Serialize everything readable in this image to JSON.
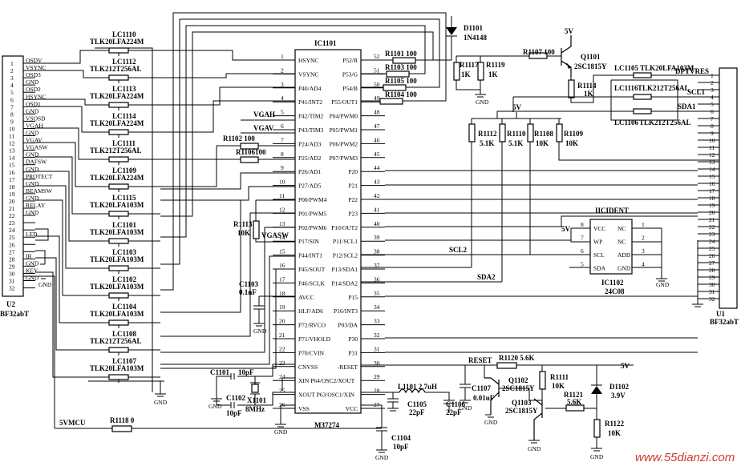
{
  "ic_main": {
    "ref": "IC1101",
    "part": "M37274",
    "left_pins": [
      {
        "num": "1",
        "name": "HSYNC"
      },
      {
        "num": "2",
        "name": "VSYNC"
      },
      {
        "num": "3",
        "name": "P40/AD4"
      },
      {
        "num": "4",
        "name": "P41/INT2"
      },
      {
        "num": "5",
        "name": "P42/TIM2"
      },
      {
        "num": "6",
        "name": "P43/TIM3"
      },
      {
        "num": "7",
        "name": "P24/AD3"
      },
      {
        "num": "8",
        "name": "P25/AD2"
      },
      {
        "num": "9",
        "name": "P26/AD1"
      },
      {
        "num": "10",
        "name": "P27/AD5"
      },
      {
        "num": "11",
        "name": "P00/PWM4"
      },
      {
        "num": "12",
        "name": "P01/PWM5"
      },
      {
        "num": "13",
        "name": "P02/PWM6"
      },
      {
        "num": "14",
        "name": "P17/SIN"
      },
      {
        "num": "15",
        "name": "P44/INT1"
      },
      {
        "num": "16",
        "name": "P45/SOUT"
      },
      {
        "num": "17",
        "name": "P46/SCLK"
      },
      {
        "num": "18",
        "name": "AVCC"
      },
      {
        "num": "19",
        "name": "HLF/AD6"
      },
      {
        "num": "20",
        "name": "P72/RVCO"
      },
      {
        "num": "21",
        "name": "P71/VHOLD"
      },
      {
        "num": "22",
        "name": "P70/CVIN"
      },
      {
        "num": "23",
        "name": "CNVSS"
      },
      {
        "num": "24",
        "name": "XIN P64/OSC2/XOUT"
      },
      {
        "num": "25",
        "name": "XOUT P63/OSC1/XIN"
      },
      {
        "num": "26",
        "name": "VSS"
      }
    ],
    "right_pins": [
      {
        "num": "52",
        "name": "P52/R"
      },
      {
        "num": "51",
        "name": "P53/G"
      },
      {
        "num": "50",
        "name": "P54/B"
      },
      {
        "num": "49",
        "name": "P55/OUT1"
      },
      {
        "num": "48",
        "name": "P04/PWM0"
      },
      {
        "num": "47",
        "name": "P05/PWM1"
      },
      {
        "num": "46",
        "name": "P06/PWM2"
      },
      {
        "num": "45",
        "name": "P07/PWM3"
      },
      {
        "num": "44",
        "name": "P20"
      },
      {
        "num": "43",
        "name": "P21"
      },
      {
        "num": "42",
        "name": "P22"
      },
      {
        "num": "41",
        "name": "P23"
      },
      {
        "num": "40",
        "name": "P10/OUT2"
      },
      {
        "num": "39",
        "name": "P11/SCL1"
      },
      {
        "num": "38",
        "name": "P12/SCL2"
      },
      {
        "num": "37",
        "name": "P13/SDA1"
      },
      {
        "num": "36",
        "name": "P14/SDA2"
      },
      {
        "num": "35",
        "name": "P15"
      },
      {
        "num": "34",
        "name": "P16/INT3"
      },
      {
        "num": "33",
        "name": "P03/DA"
      },
      {
        "num": "32",
        "name": "P30"
      },
      {
        "num": "31",
        "name": "P31"
      },
      {
        "num": "30",
        "name": "-RESET"
      },
      {
        "num": "29",
        "name": ""
      },
      {
        "num": "28",
        "name": ""
      },
      {
        "num": "27",
        "name": "VCC"
      }
    ]
  },
  "u2": {
    "ref": "U2",
    "part": "BF32abT",
    "pins": [
      {
        "num": "1",
        "label": "OSDV"
      },
      {
        "num": "2",
        "label": "VSYNC"
      },
      {
        "num": "3",
        "label": "OSD3"
      },
      {
        "num": "4",
        "label": "GND"
      },
      {
        "num": "5",
        "label": "OSD2"
      },
      {
        "num": "6",
        "label": "HSYNC"
      },
      {
        "num": "7",
        "label": "OSD1"
      },
      {
        "num": "8",
        "label": "GND"
      },
      {
        "num": "9",
        "label": "VSOSD"
      },
      {
        "num": "10",
        "label": "VGAH"
      },
      {
        "num": "11",
        "label": "GND"
      },
      {
        "num": "12",
        "label": "VGAV"
      },
      {
        "num": "13",
        "label": "VGASW"
      },
      {
        "num": "14",
        "label": "GND"
      },
      {
        "num": "15",
        "label": "DAFSW"
      },
      {
        "num": "16",
        "label": "GND"
      },
      {
        "num": "17",
        "label": "PROTECT"
      },
      {
        "num": "18",
        "label": "GND"
      },
      {
        "num": "19",
        "label": "BEAMSW"
      },
      {
        "num": "20",
        "label": "GND"
      },
      {
        "num": "21",
        "label": "RELAY"
      },
      {
        "num": "22",
        "label": "GND"
      },
      {
        "num": "23",
        "label": ""
      },
      {
        "num": "24",
        "label": ""
      },
      {
        "num": "25",
        "label": "LED"
      },
      {
        "num": "26",
        "label": ""
      },
      {
        "num": "27",
        "label": ""
      },
      {
        "num": "28",
        "label": "IR"
      },
      {
        "num": "29",
        "label": "GND"
      },
      {
        "num": "30",
        "label": "KEY"
      },
      {
        "num": "31",
        "label": "GND"
      },
      {
        "num": "32",
        "label": ""
      }
    ]
  },
  "u1": {
    "ref": "U1",
    "part": "BF32abT",
    "nums": [
      "1",
      "2",
      "3",
      "4",
      "5",
      "6",
      "7",
      "8",
      "9",
      "10",
      "11",
      "12",
      "13",
      "14",
      "15",
      "16",
      "17",
      "18",
      "19",
      "20",
      "21",
      "22",
      "23",
      "24",
      "25",
      "26",
      "27",
      "28",
      "29",
      "30",
      "31",
      "32"
    ]
  },
  "filters": [
    {
      "ref": "LC1110",
      "part": "TLK20LFA224M"
    },
    {
      "ref": "LC1112",
      "part": "TLK212T256AL"
    },
    {
      "ref": "LC1113",
      "part": "TLK20LFA224M"
    },
    {
      "ref": "LC1114",
      "part": "TLK20LFA224M"
    },
    {
      "ref": "LC1111",
      "part": "TLK212T256AL"
    },
    {
      "ref": "LC1109",
      "part": "TLK20LFA224M"
    },
    {
      "ref": "LC1115",
      "part": "TLK20LFA103M"
    },
    {
      "ref": "LC1101",
      "part": "TLK20LFA103M"
    },
    {
      "ref": "LC1103",
      "part": "TLK20LFA103M"
    },
    {
      "ref": "LC1102",
      "part": "TLK20LFA103M"
    },
    {
      "ref": "LC1104",
      "part": "TLK20LFA103M"
    },
    {
      "ref": "LC1108",
      "part": "TLK212T256AL"
    },
    {
      "ref": "LC1107",
      "part": "TLK20LFA103M"
    }
  ],
  "rgb_resistors": [
    {
      "ref": "R1101",
      "value": "100"
    },
    {
      "ref": "R1103",
      "value": "100"
    },
    {
      "ref": "R1105",
      "value": "100"
    },
    {
      "ref": "R1104",
      "value": "100"
    }
  ],
  "labels": {
    "d1101_ref": "D1101",
    "d1101_part": "1N4148",
    "r1117": "R1117",
    "r1117_val": "1K",
    "r1119": "R1119",
    "r1119_val": "1K",
    "r1107": "R1107 100",
    "q1101": "Q1101",
    "q1101_part": "2SC1815Y",
    "v5_top": "5V",
    "r1114": "R1114",
    "r1114_val": "1K",
    "lc1105": "LC1105 TLK20LFA103M",
    "lc1116": "LC1116",
    "lc1116_part": "TLK212T256AL",
    "lc1106": "LC1106",
    "lc1106_part": "TLK212T256AL",
    "dptvres": "DPTVRES",
    "scl1": "SCL1",
    "sda1": "SDA1",
    "v5_mid": "5V",
    "r1112": "R1112",
    "r1112_val": "5.1K",
    "r1110": "R1110",
    "r1110_val": "5.1K",
    "r1108": "R1108",
    "r1108_val": "10K",
    "r1109": "R1109",
    "r1109_val": "10K",
    "vgah": "VGAH",
    "vgav": "VGAV",
    "r1102": "R1102 100",
    "r1106": "R1106100",
    "r1113": "R1113",
    "r1113_val": "10K",
    "vgasw": "VGASW",
    "c1103": "C1103",
    "c1103_val": "0.1nF",
    "iicident": "IICIDENT",
    "v5_eep": "5V",
    "ic1102": "IC1102",
    "ic1102_part": "24C08",
    "scl2": "SCL2",
    "sda2": "SDA2",
    "reset": "RESET",
    "r1120": "R1120 5.6K",
    "v5_reset": "5V",
    "c1107": "C1107",
    "c1107_val": "0.01uF",
    "q1102": "Q1102",
    "q1102_part": "2SC1815Y",
    "q1103": "Q1103",
    "q1103_part": "2SC1815Y",
    "r1111": "R1111",
    "r1111_val": "10K",
    "r1121": "R1121",
    "r1121_val": "5.6K",
    "d1102": "D1102",
    "d1102_val": "3.9V",
    "r1122": "R1122",
    "r1122_val": "10K",
    "c1101": "C1101",
    "c1101_val": "10pF",
    "c1102": "C1102",
    "c1102_val": "10pF",
    "x1101": "X1101",
    "x1101_val": "8MHz",
    "l1101": "L1101 2.7uH",
    "c1105": "C1105",
    "c1105_val": "22pF",
    "c1106": "C1106",
    "c1106_val": "22pF",
    "c1104": "C1104",
    "c1104_val": "10pF",
    "v5mcu": "5VMCU",
    "r1118": "R1118 0",
    "gnd": "GND",
    "eep_pins": [
      "VCC",
      "WP",
      "SCL",
      "SDA",
      "NC",
      "NC",
      "ADD",
      "GND"
    ],
    "eep_nums": [
      "8",
      "7",
      "6",
      "5",
      "1",
      "2",
      "3",
      "4"
    ]
  },
  "watermark": "www.55dianzi.com"
}
